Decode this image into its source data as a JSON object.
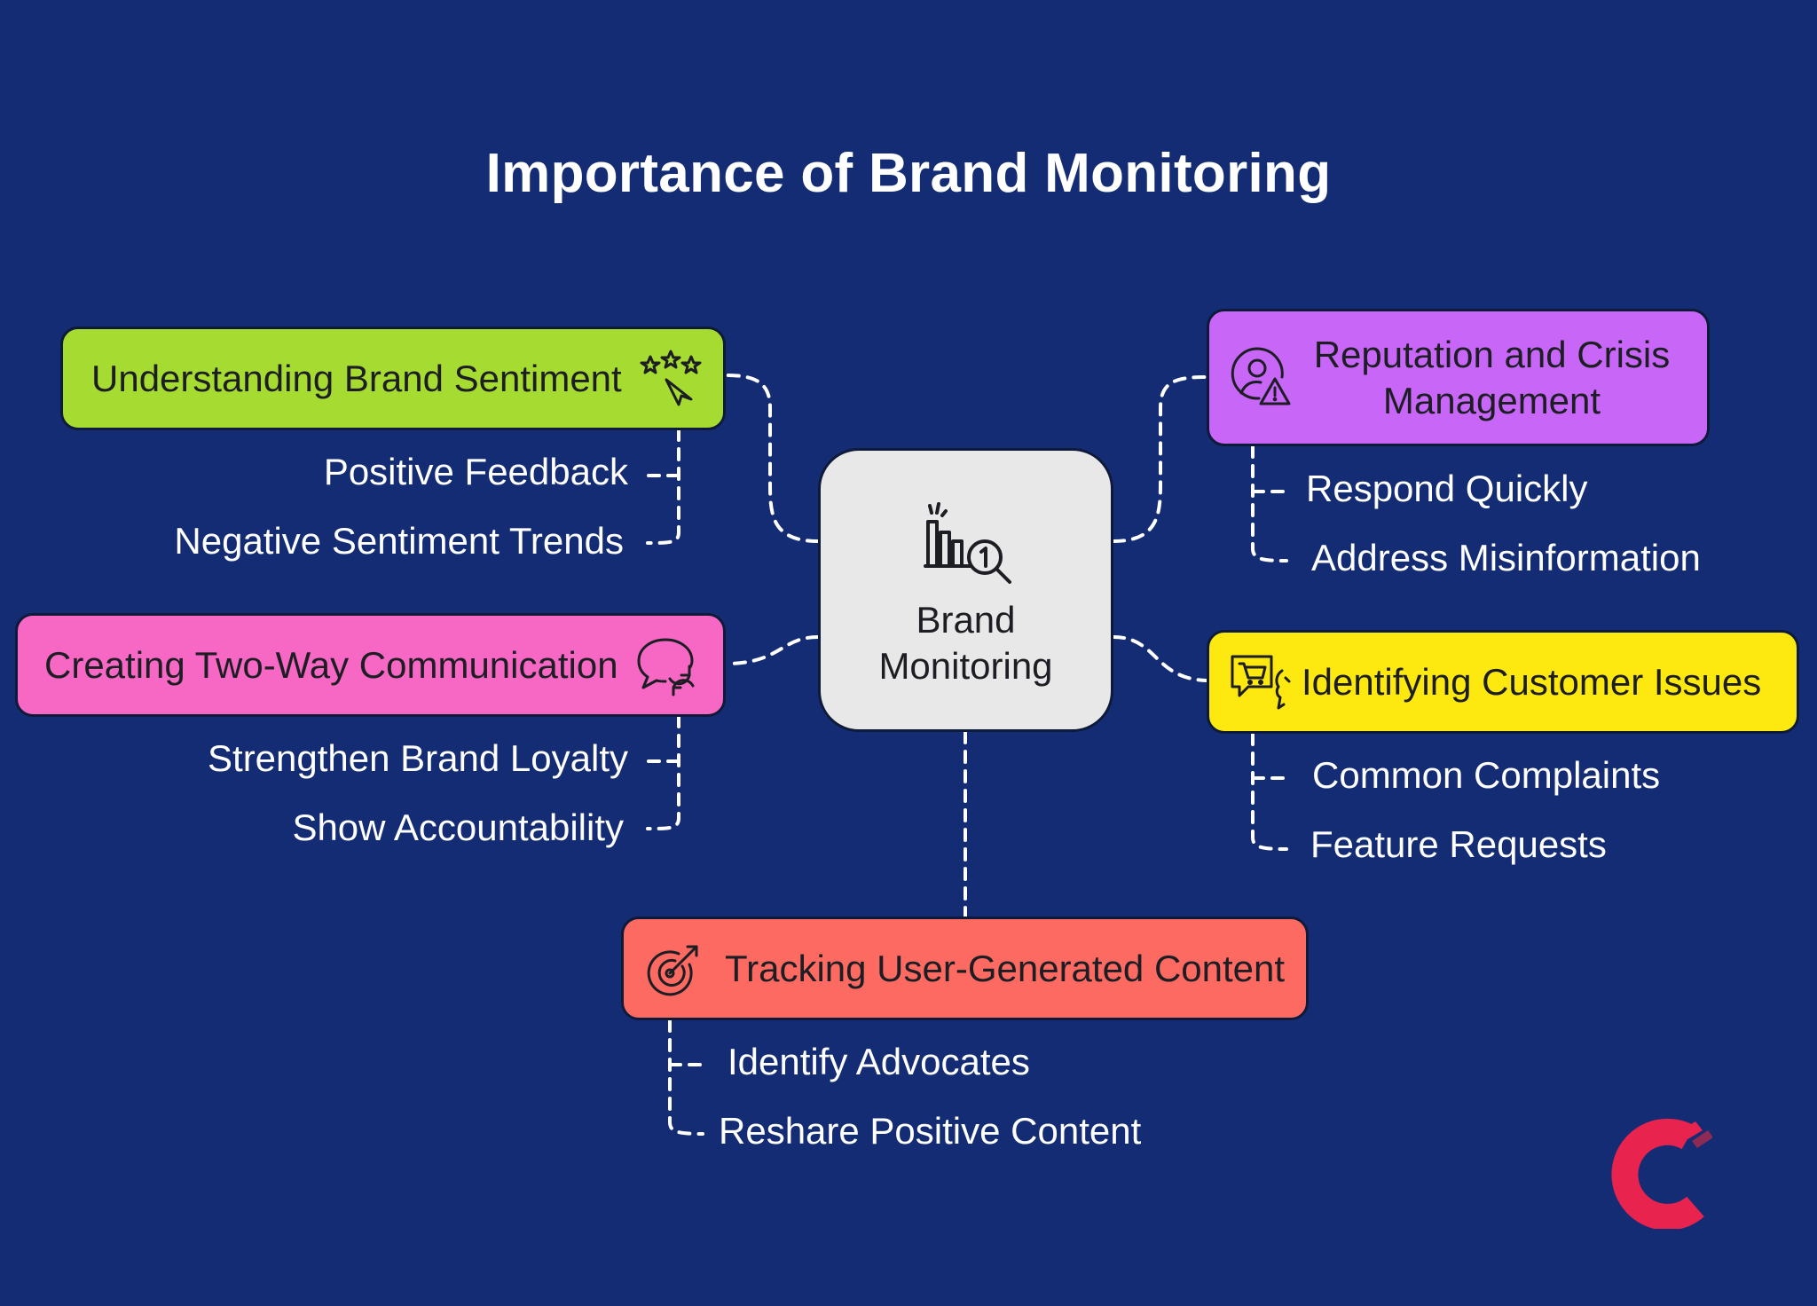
{
  "title": "Importance of Brand Monitoring",
  "center": {
    "label_line1": "Brand",
    "label_line2": "Monitoring",
    "icon": "bar-chart-magnifier-icon"
  },
  "branches": {
    "sentiment": {
      "label": "Understanding Brand Sentiment",
      "icon": "stars-pointer-icon",
      "color": "#a6dc31",
      "items": [
        "Positive Feedback",
        "Negative Sentiment Trends"
      ]
    },
    "communication": {
      "label": "Creating Two-Way Communication",
      "icon": "chat-refresh-icon",
      "color": "#f767c4",
      "items": [
        "Strengthen Brand Loyalty",
        "Show Accountability"
      ]
    },
    "reputation": {
      "label_line1": "Reputation and Crisis",
      "label_line2": "Management",
      "icon": "person-warning-icon",
      "color": "#c766f7",
      "items": [
        "Respond Quickly",
        "Address Misinformation"
      ]
    },
    "issues": {
      "label": "Identifying Customer Issues",
      "icon": "cart-speech-icon",
      "color": "#fde90f",
      "items": [
        "Common Complaints",
        "Feature Requests"
      ]
    },
    "ugc": {
      "label": "Tracking User-Generated Content",
      "icon": "target-arrow-icon",
      "color": "#fd6a62",
      "items": [
        "Identify Advocates",
        "Reshare Positive Content"
      ]
    }
  },
  "logo": {
    "icon": "brand-logo-c-icon",
    "color": "#e8234d"
  },
  "colors": {
    "background": "#142c74",
    "connector": "#ffffff"
  }
}
